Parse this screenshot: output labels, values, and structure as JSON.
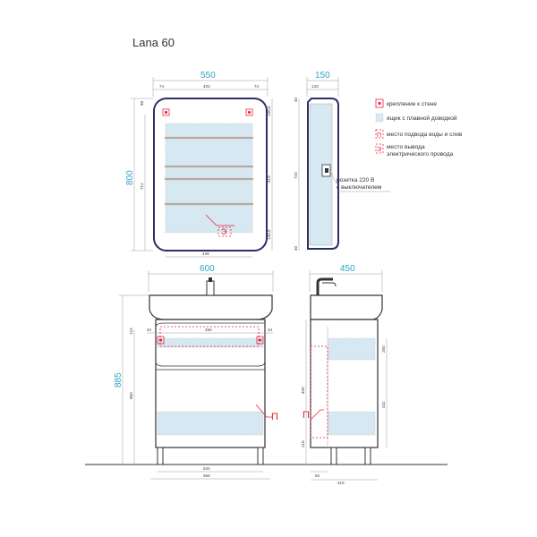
{
  "title": "Lana 60",
  "mirror": {
    "width": "550",
    "depth": "150",
    "height": "800",
    "inner_width": "402",
    "side_left": "74",
    "side_right": "74",
    "top_offset": "88",
    "inner_height": "712",
    "right_top": "140,5",
    "right_mid": "519",
    "right_bottom": "140,5",
    "bottom_width": "438",
    "side_top": "40",
    "side_top2": "133",
    "side_mid": "720",
    "side_bottom": "40"
  },
  "vanity": {
    "width": "600",
    "depth": "450",
    "height": "885",
    "inner_width": "456",
    "side_left": "34",
    "side_right": "34",
    "top_offset": "124",
    "body_height": "860",
    "foot_width": "534",
    "base_width": "566",
    "side_drawer": "250",
    "side_height": "432",
    "side_mid": "400",
    "side_low": "216",
    "side_bottom": "50",
    "side_base": "416"
  },
  "legend": {
    "items": [
      {
        "label": "крепление к стене",
        "icon": "wall-mount-icon"
      },
      {
        "label": "ящик с плавной доводкой",
        "icon": "soft-close-drawer-icon"
      },
      {
        "label": "место подвода воды и слив",
        "icon": "water-supply-icon"
      },
      {
        "label": "место вывода",
        "icon": "electric-outlet-icon"
      },
      {
        "label": "электрического провода",
        "icon": "electric-outlet-icon"
      }
    ],
    "socket_line1": "розетка 220 В",
    "socket_line2": "с выключателем"
  },
  "markers": {
    "p": "П",
    "e": "Э"
  },
  "colors": {
    "dimension": "#2ea3c8",
    "frame": "#2b2f66",
    "marker": "#e24",
    "fill": "#d6e8f2"
  }
}
